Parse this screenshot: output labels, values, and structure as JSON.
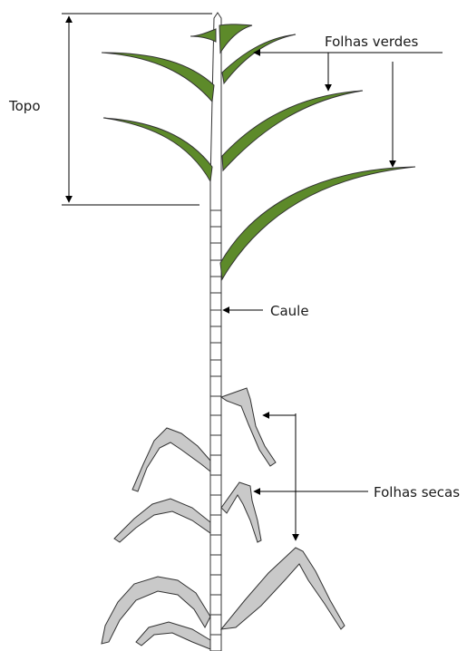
{
  "labels": {
    "top": "Topo",
    "green_leaves": "Folhas verdes",
    "stem": "Caule",
    "dry_leaves": "Folhas secas"
  },
  "colors": {
    "green_leaf": "#5d8a2a",
    "dry_leaf": "#c9c9c9",
    "outline": "#333333"
  }
}
